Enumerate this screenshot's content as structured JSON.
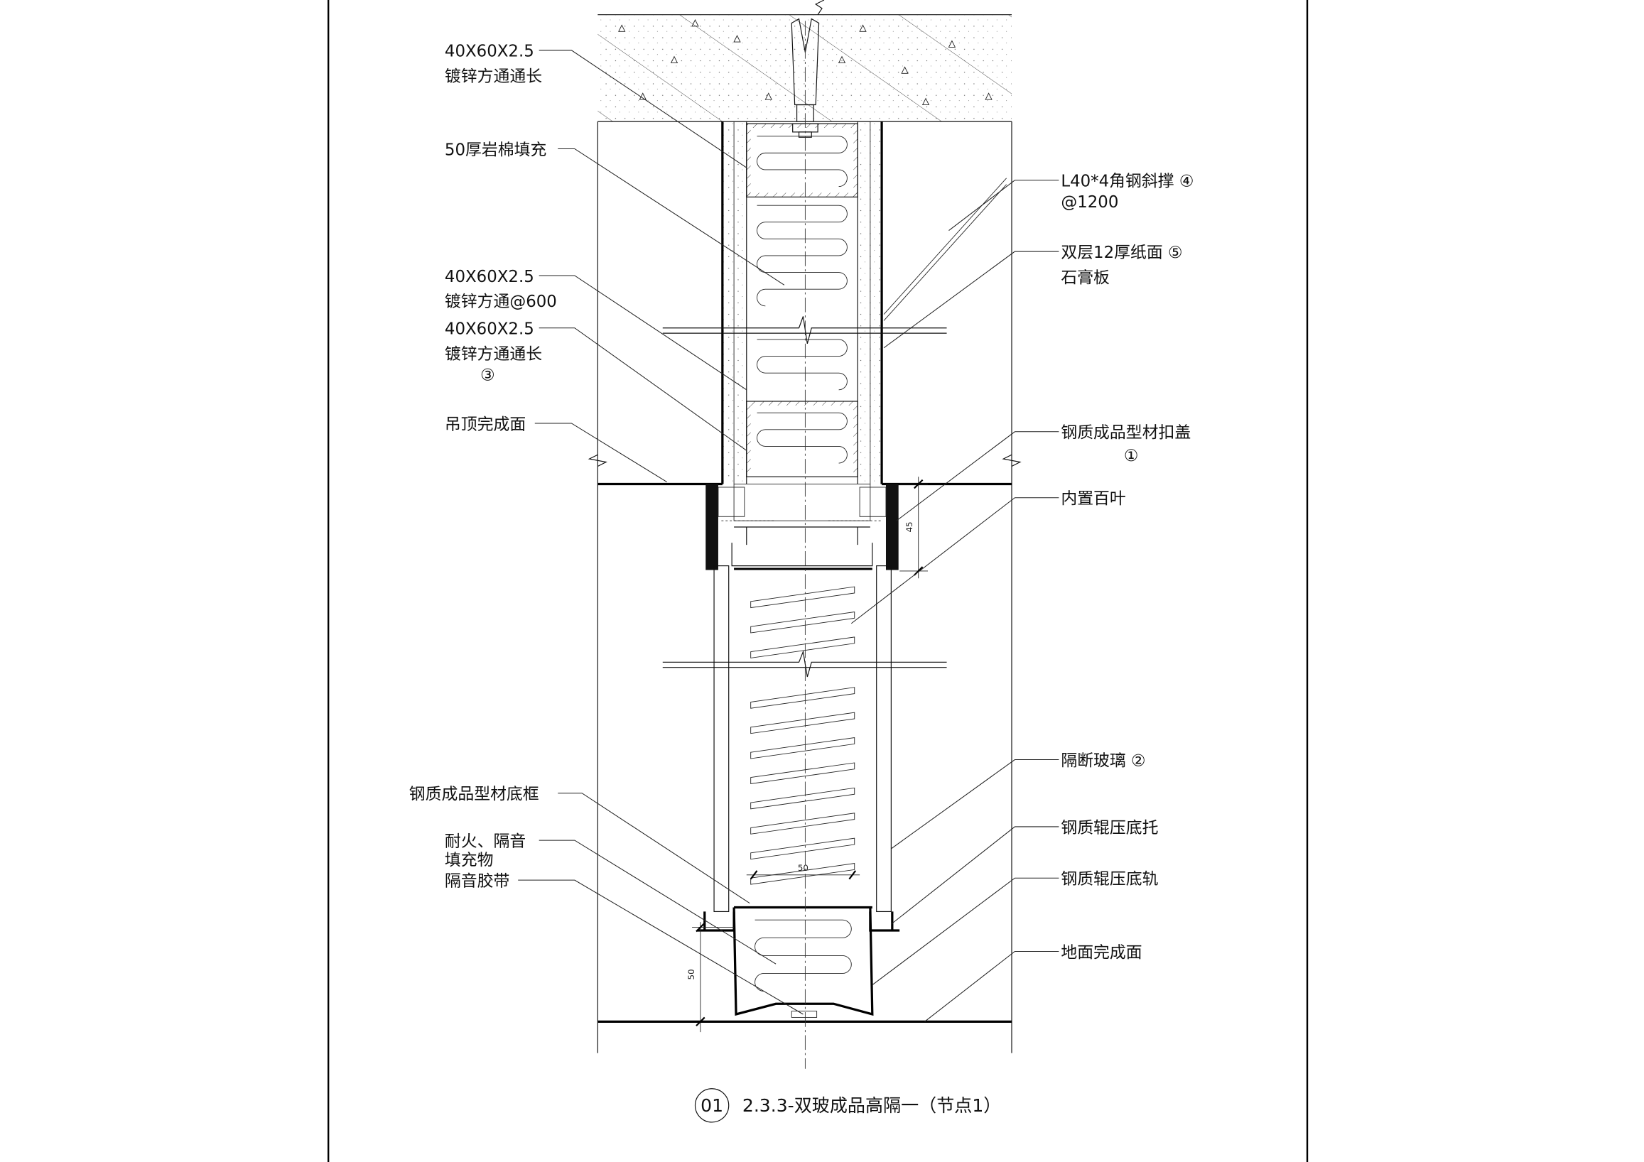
{
  "drawing": {
    "title_number": "01",
    "title": "2.3.3-双玻成品高隔一（节点1）",
    "left_labels": [
      {
        "lines": [
          "40X60X2.5",
          "镀锌方通通长"
        ]
      },
      {
        "lines": [
          "50厚岩棉填充"
        ]
      },
      {
        "lines": [
          "40X60X2.5",
          "镀锌方通@600"
        ]
      },
      {
        "lines": [
          "40X60X2.5",
          "镀锌方通通长",
          "③"
        ]
      },
      {
        "lines": [
          "吊顶完成面"
        ]
      },
      {
        "lines": [
          "钢质成品型材底框"
        ]
      },
      {
        "lines": [
          "耐火、隔音",
          "填充物"
        ]
      },
      {
        "lines": [
          "隔音胶带"
        ]
      }
    ],
    "right_labels": [
      {
        "lines": [
          "L40*4角钢斜撑 ④",
          "@1200"
        ]
      },
      {
        "lines": [
          "双层12厚纸面 ⑤",
          "石膏板"
        ]
      },
      {
        "lines": [
          "钢质成品型材扣盖",
          "①"
        ]
      },
      {
        "lines": [
          "内置百叶"
        ]
      },
      {
        "lines": [
          "隔断玻璃 ②"
        ]
      },
      {
        "lines": [
          "钢质辊压底托"
        ]
      },
      {
        "lines": [
          "钢质辊压底轨"
        ]
      },
      {
        "lines": [
          "地面完成面"
        ]
      }
    ],
    "dimensions": {
      "cap_height": "45",
      "glass_gap": "50",
      "track_height": "50"
    }
  }
}
